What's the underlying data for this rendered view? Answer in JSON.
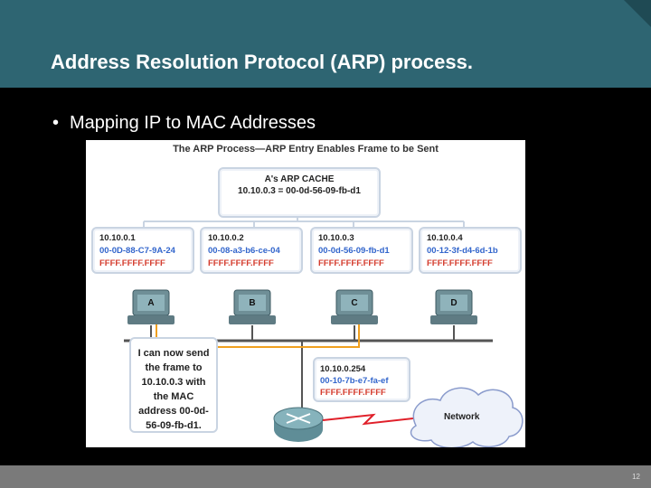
{
  "slide": {
    "title": "Address Resolution Protocol (ARP) process.",
    "bullet_symbol": "•",
    "bullet": "Mapping IP to MAC Addresses",
    "page_number": "12"
  },
  "diagram": {
    "title": "The ARP Process—ARP Entry Enables Frame to be Sent",
    "cache": {
      "title": "A's ARP CACHE",
      "entry": "10.10.0.3 = 00-0d-56-09-fb-d1"
    },
    "hosts": [
      {
        "label": "A",
        "ip": "10.10.0.1",
        "mac": "00-0D-88-C7-9A-24",
        "broadcast": "FFFF.FFFF.FFFF"
      },
      {
        "label": "B",
        "ip": "10.10.0.2",
        "mac": "00-08-a3-b6-ce-04",
        "broadcast": "FFFF.FFFF.FFFF"
      },
      {
        "label": "C",
        "ip": "10.10.0.3",
        "mac": "00-0d-56-09-fb-d1",
        "broadcast": "FFFF.FFFF.FFFF"
      },
      {
        "label": "D",
        "ip": "10.10.0.4",
        "mac": "00-12-3f-d4-6d-1b",
        "broadcast": "FFFF.FFFF.FFFF"
      }
    ],
    "router": {
      "ip": "10.10.0.254",
      "mac": "00-10-7b-e7-fa-ef",
      "broadcast": "FFFF.FFFF.FFFF"
    },
    "callout_lines": [
      "I can now send",
      "the frame to",
      "10.10.0.3 with",
      "the MAC",
      "address 00-0d-",
      "56-09-fb-d1."
    ],
    "cloud_label": "Network"
  }
}
